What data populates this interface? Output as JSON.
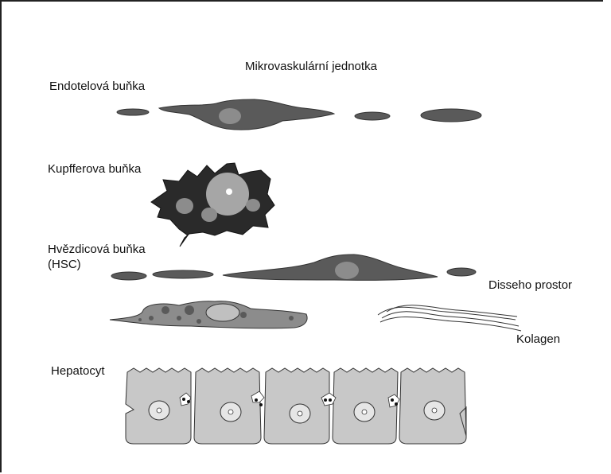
{
  "title": "Mikrovaskulární jednotka",
  "labels": {
    "endothelial": "Endotelová buňka",
    "kupffer": "Kupfferova buňka",
    "stellate_line1": "Hvězdicová buňka",
    "stellate_line2": "(HSC)",
    "disse": "Disseho prostor",
    "collagen": "Kolagen",
    "hepatocyte": "Hepatocyt"
  },
  "colors": {
    "cell_dark": "#5a5a5a",
    "cell_mid": "#8c8c8c",
    "nucleus": "#a6a6a6",
    "kupffer_body": "#2a2a2a",
    "hepatocyte": "#c8c8c8",
    "outline": "#333333"
  }
}
